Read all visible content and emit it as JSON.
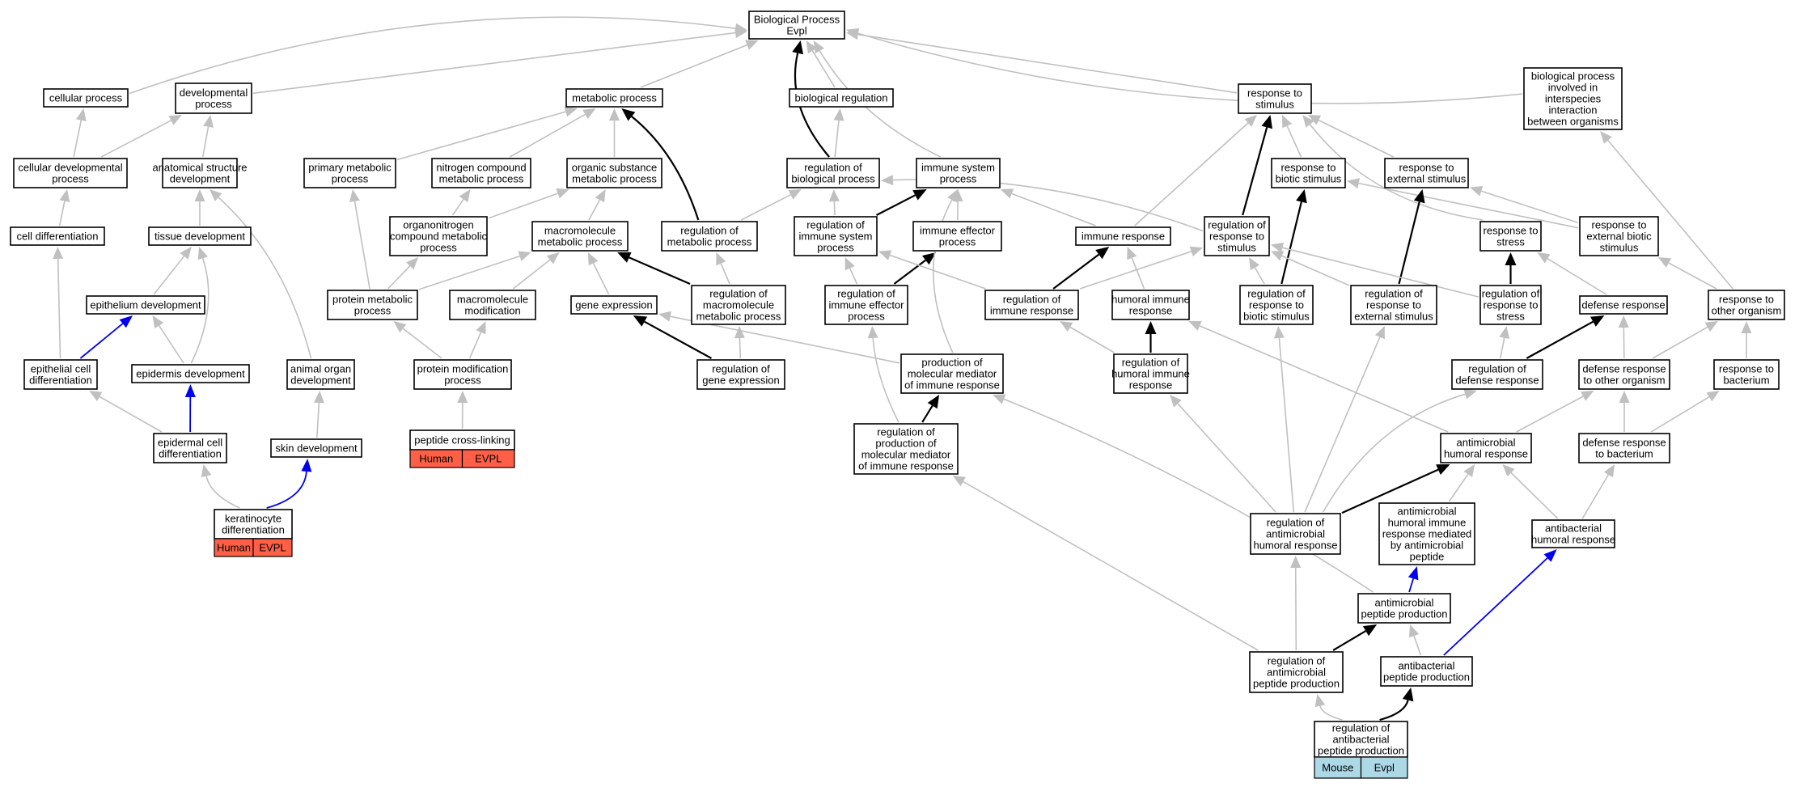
{
  "colors": {
    "edge_default": "#c0c0c0",
    "edge_highlight": "#000000",
    "edge_blue": "#0000ee",
    "tag_human": "#ff5f46",
    "tag_mouse": "#add8e6"
  },
  "nodes": {
    "bp": [
      "Biological Process",
      "Evpl"
    ],
    "cellular_process": [
      "cellular process"
    ],
    "developmental_process": [
      "developmental",
      "process"
    ],
    "metabolic_process": [
      "metabolic process"
    ],
    "biological_regulation": [
      "biological regulation"
    ],
    "response_to_stimulus": [
      "response to",
      "stimulus"
    ],
    "bp_interspecies": [
      "biological process",
      "involved in",
      "interspecies",
      "interaction",
      "between organisms"
    ],
    "cellular_dev_process": [
      "cellular developmental",
      "process"
    ],
    "anatomical_structure_dev": [
      "anatomical structure",
      "development"
    ],
    "primary_metabolic": [
      "primary metabolic",
      "process"
    ],
    "nitrogen_compound_metabolic": [
      "nitrogen compound",
      "metabolic process"
    ],
    "organic_substance_metabolic": [
      "organic substance",
      "metabolic process"
    ],
    "reg_biological_process": [
      "regulation of",
      "biological process"
    ],
    "immune_system_process": [
      "immune system",
      "process"
    ],
    "response_biotic_stimulus": [
      "response to",
      "biotic stimulus"
    ],
    "response_external_stimulus": [
      "response to",
      "external stimulus"
    ],
    "cell_differentiation": [
      "cell differentiation"
    ],
    "tissue_development": [
      "tissue development"
    ],
    "organonitrogen_compound": [
      "organonitrogen",
      "compound metabolic",
      "process"
    ],
    "macromolecule_metabolic": [
      "macromolecule",
      "metabolic process"
    ],
    "reg_metabolic_process": [
      "regulation of",
      "metabolic process"
    ],
    "reg_immune_system_process": [
      "regulation of",
      "immune system",
      "process"
    ],
    "immune_effector_process": [
      "immune effector",
      "process"
    ],
    "immune_response": [
      "immune response"
    ],
    "reg_response_to_stimulus": [
      "regulation of",
      "response to",
      "stimulus"
    ],
    "response_to_stress": [
      "response to",
      "stress"
    ],
    "response_external_biotic": [
      "response to",
      "external biotic",
      "stimulus"
    ],
    "epithelium_development": [
      "epithelium development"
    ],
    "protein_metabolic": [
      "protein metabolic",
      "process"
    ],
    "macromolecule_modification": [
      "macromolecule",
      "modification"
    ],
    "gene_expression": [
      "gene expression"
    ],
    "reg_macromolecule_metabolic": [
      "regulation of",
      "macromolecule",
      "metabolic process"
    ],
    "reg_immune_effector": [
      "regulation of",
      "immune effector",
      "process"
    ],
    "reg_immune_response": [
      "regulation of",
      "immune response"
    ],
    "humoral_immune_response": [
      "humoral immune",
      "response"
    ],
    "reg_response_biotic": [
      "regulation of",
      "response to",
      "biotic stimulus"
    ],
    "reg_response_external": [
      "regulation of",
      "response to",
      "external stimulus"
    ],
    "reg_response_stress": [
      "regulation of",
      "response to",
      "stress"
    ],
    "defense_response": [
      "defense response"
    ],
    "response_other_organism": [
      "response to",
      "other organism"
    ],
    "epithelial_cell_diff": [
      "epithelial cell",
      "differentiation"
    ],
    "epidermis_development": [
      "epidermis development"
    ],
    "animal_organ_dev": [
      "animal organ",
      "development"
    ],
    "protein_modification": [
      "protein modification",
      "process"
    ],
    "reg_gene_expression": [
      "regulation of",
      "gene expression"
    ],
    "production_molecular_mediator": [
      "production of",
      "molecular mediator",
      "of immune response"
    ],
    "reg_humoral_immune": [
      "regulation of",
      "humoral immune",
      "response"
    ],
    "reg_defense_response": [
      "regulation of",
      "defense response"
    ],
    "defense_other_organism": [
      "defense response",
      "to other organism"
    ],
    "response_to_bacterium": [
      "response to",
      "bacterium"
    ],
    "epidermal_cell_diff": [
      "epidermal cell",
      "differentiation"
    ],
    "skin_development": [
      "skin development"
    ],
    "peptide_cross_linking": [
      "peptide cross-linking"
    ],
    "reg_production_mediator": [
      "regulation of",
      "production of",
      "molecular mediator",
      "of immune response"
    ],
    "antimicrobial_humoral": [
      "antimicrobial",
      "humoral response"
    ],
    "defense_to_bacterium": [
      "defense response",
      "to bacterium"
    ],
    "keratinocyte_diff": [
      "keratinocyte",
      "differentiation"
    ],
    "reg_antimicrobial_humoral": [
      "regulation of",
      "antimicrobial",
      "humoral response"
    ],
    "antimicrobial_humoral_peptide": [
      "antimicrobial",
      "humoral immune",
      "response mediated",
      "by antimicrobial",
      "peptide"
    ],
    "antibacterial_humoral": [
      "antibacterial",
      "humoral response"
    ],
    "antimicrobial_peptide_prod": [
      "antimicrobial",
      "peptide production"
    ],
    "reg_antimicrobial_peptide_prod": [
      "regulation of",
      "antimicrobial",
      "peptide production"
    ],
    "antibacterial_peptide_prod": [
      "antibacterial",
      "peptide production"
    ],
    "reg_antibacterial_peptide_prod": [
      "regulation of",
      "antibacterial",
      "peptide production"
    ]
  },
  "tags": {
    "peptide_cross_linking": [
      "Human",
      "EVPL"
    ],
    "keratinocyte_diff": [
      "Human",
      "EVPL"
    ],
    "reg_antibacterial_peptide_prod": [
      "Mouse",
      "Evpl"
    ]
  }
}
